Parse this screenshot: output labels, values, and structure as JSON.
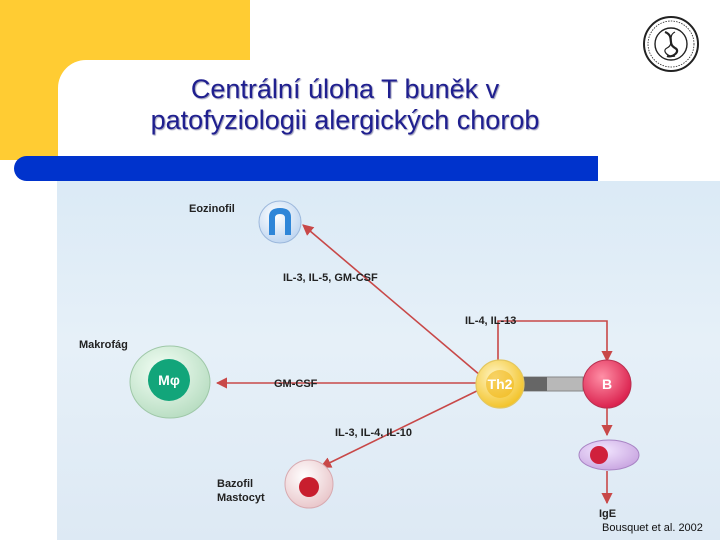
{
  "title": {
    "line1": "Centrální úloha T buněk v",
    "line2": "patofyziologii alergických chorob"
  },
  "colors": {
    "accent": "#ffcc33",
    "bar": "#0033cc",
    "title": "#1f1f8f"
  },
  "diagram": {
    "labels": {
      "eosinophil": "Eozinofil",
      "macrophage": "Makrofág",
      "basophil_line1": "Bazofil",
      "basophil_line2": "Mastocyt",
      "ige": "IgE"
    },
    "cells": {
      "macrophage": "Mφ",
      "th2": "Th2",
      "b": "B"
    },
    "cytokines": {
      "to_eosinophil": "IL-3, IL-5, GM-CSF",
      "to_b": "IL-4, IL-13",
      "to_macrophage": "GM-CSF",
      "to_basophil": "IL-3, IL-4, IL-10"
    }
  },
  "citation": "Bousquet et al. 2002"
}
